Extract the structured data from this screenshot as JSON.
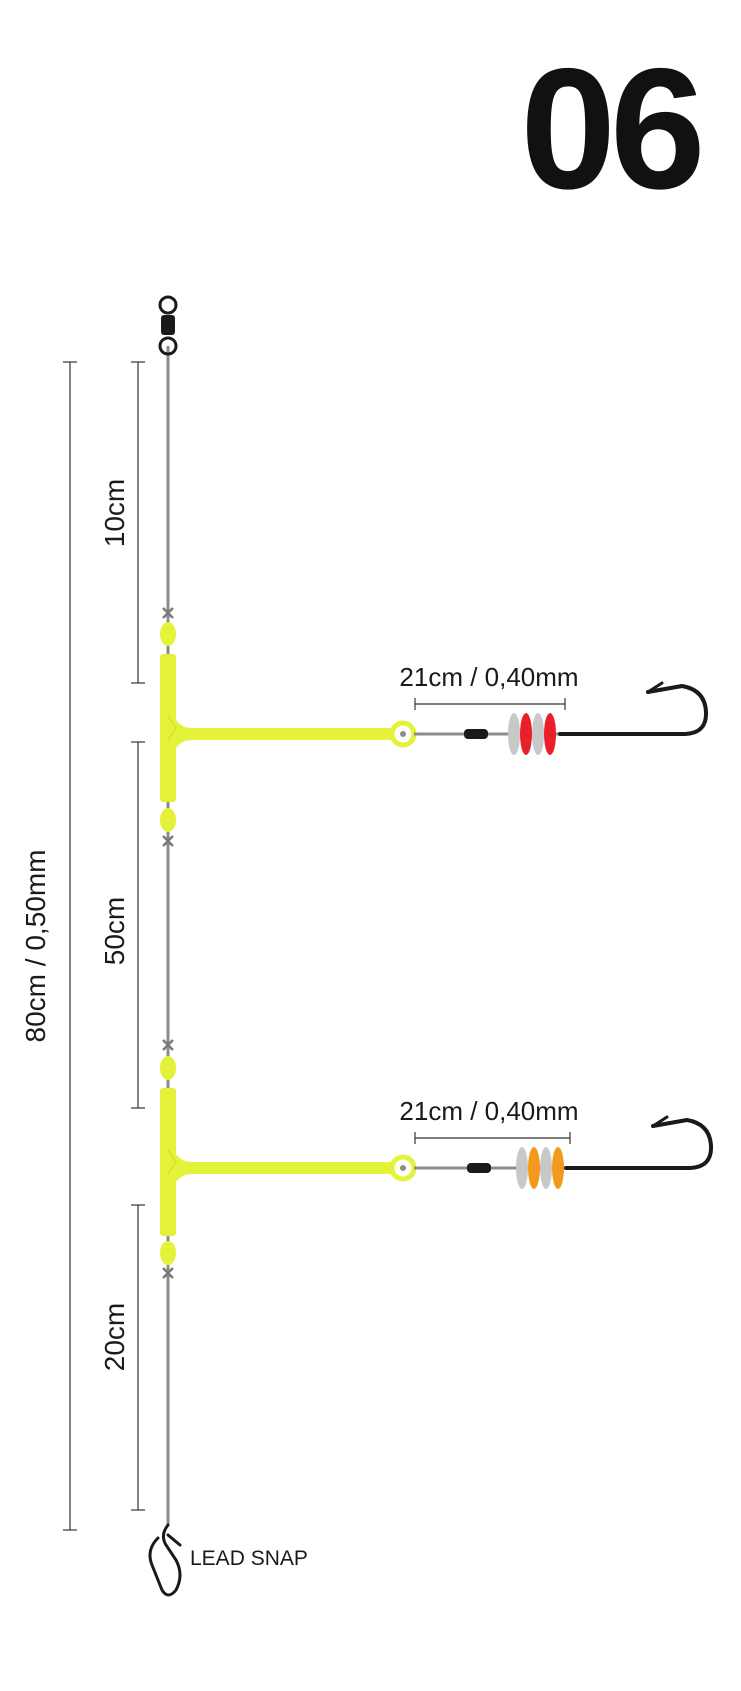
{
  "rig_number": "06",
  "main_line": {
    "label": "80cm / 0,50mm"
  },
  "segments": {
    "top": "10cm",
    "middle": "50cm",
    "bottom": "20cm"
  },
  "droppers": [
    {
      "label": "21cm / 0,40mm",
      "bead_colors": [
        "#c8c8c8",
        "#e8202a",
        "#c8c8c8",
        "#e8202a"
      ]
    },
    {
      "label": "21cm / 0,40mm",
      "bead_colors": [
        "#c8c8c8",
        "#f39a1e",
        "#c8c8c8",
        "#f39a1e"
      ]
    }
  ],
  "lead_snap": {
    "label": "LEAD SNAP"
  },
  "colors": {
    "fluo_yellow": "#e4f33a",
    "line_grey": "#8c8c8c",
    "hook_black": "#1a1a1a",
    "dimension_line": "#333333"
  },
  "icons": [
    "swivel-icon",
    "hook-icon",
    "lead-snap-icon",
    "crimp-icon"
  ]
}
